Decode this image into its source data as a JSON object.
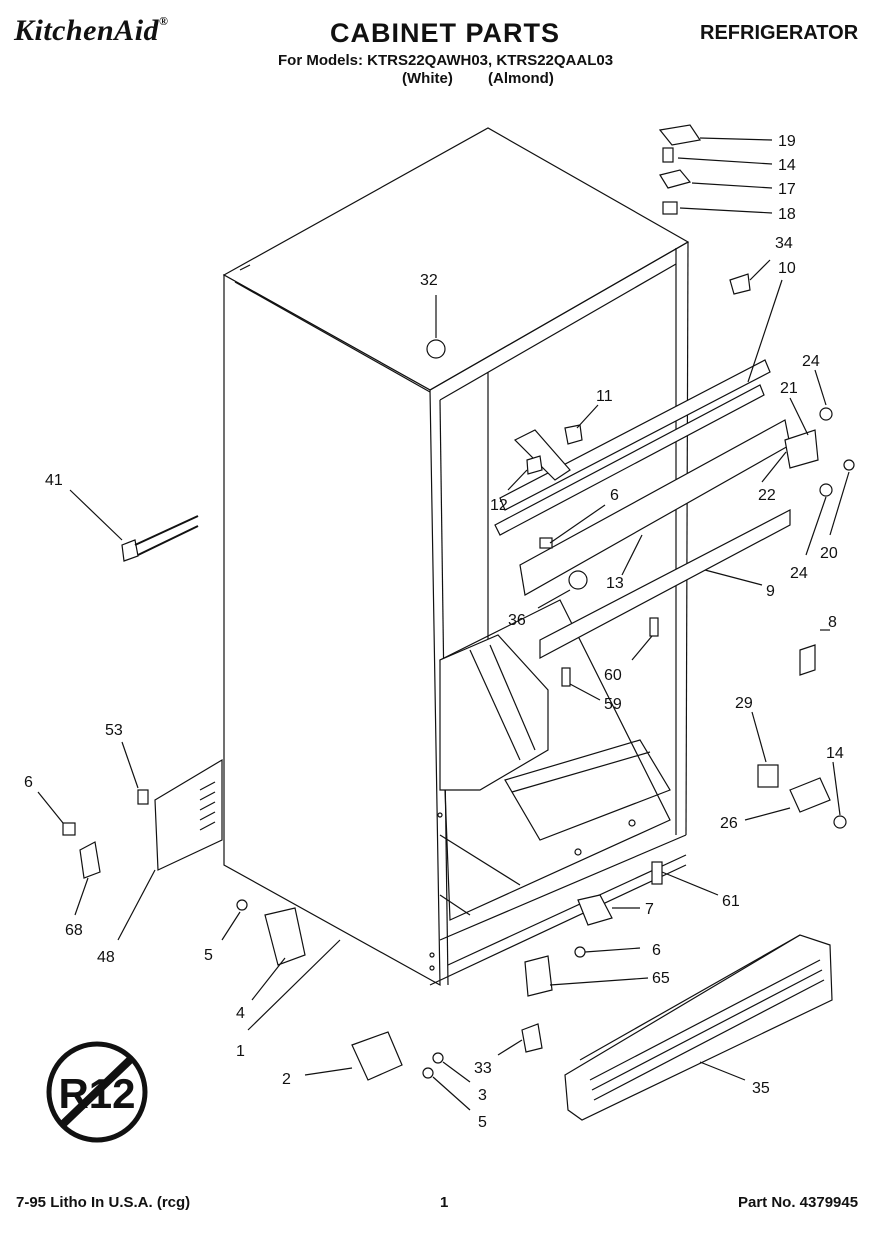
{
  "header": {
    "brand": "KitchenAid",
    "title": "CABINET PARTS",
    "product": "REFRIGERATOR",
    "models_line": "For Models: KTRS22QAWH03, KTRS22QAAL03",
    "color_white": "(White)",
    "color_almond": "(Almond)"
  },
  "footer": {
    "litho": "7-95 Litho In U.S.A. (rcg)",
    "page": "1",
    "part_no": "Part No. 4379945"
  },
  "badge": {
    "text": "R12"
  },
  "callouts": [
    "19",
    "14",
    "17",
    "18",
    "34",
    "10",
    "32",
    "24",
    "21",
    "11",
    "22",
    "20",
    "12",
    "6",
    "41",
    "13",
    "9",
    "24",
    "36",
    "8",
    "60",
    "59",
    "29",
    "53",
    "14",
    "6",
    "26",
    "61",
    "7",
    "68",
    "48",
    "5",
    "6",
    "65",
    "4",
    "1",
    "33",
    "2",
    "3",
    "35",
    "5"
  ]
}
